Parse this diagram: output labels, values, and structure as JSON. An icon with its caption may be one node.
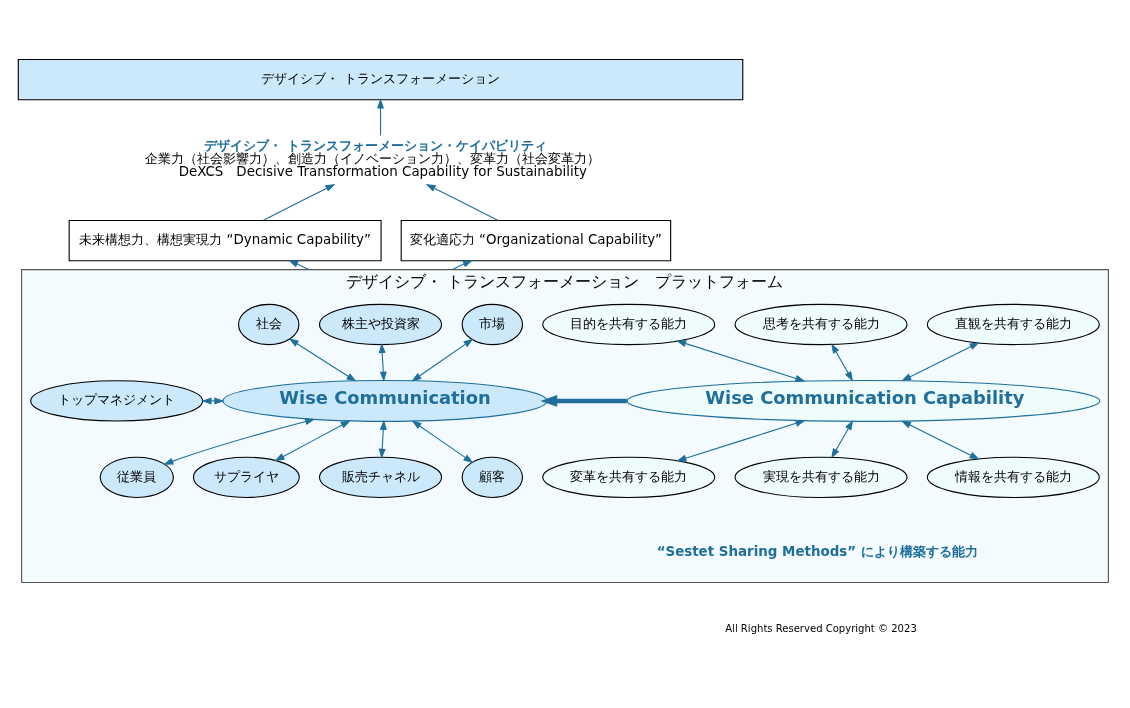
{
  "diagram": {
    "nodes": [
      {
        "text": [
          "デザイシブ・ トランスフォーメーション"
        ]
      },
      {
        "text": [
          "デザイシブ・ トランスフォーメーション・ケイパビリティ",
          "企業力（社会影響力）、創造力（イノベーション力）、変革力（社会変革力）",
          "DeXCS　Decisive Transformation Capability for Sustainability"
        ]
      },
      {
        "text": [
          "未来構想力、構想実現力 “Dynamic Capability”"
        ]
      },
      {
        "text": [
          "変化適応力 “Organizational Capability”"
        ]
      },
      {
        "text": [
          "デザイシブ・ トランスフォーメーション　プラットフォーム"
        ]
      },
      {
        "text": [
          "社会"
        ],
        "in": 4
      },
      {
        "text": [
          "株主や投資家"
        ],
        "in": 4
      },
      {
        "text": [
          "市場"
        ],
        "in": 4
      },
      {
        "text": [
          "目的を共有する能力"
        ],
        "in": 4
      },
      {
        "text": [
          "思考を共有する能力"
        ],
        "in": 4
      },
      {
        "text": [
          "直観を共有する能力"
        ],
        "in": 4
      },
      {
        "text": [
          "トップマネジメント"
        ],
        "in": 4
      },
      {
        "text": [
          "Wise Communication"
        ],
        "in": 4
      },
      {
        "text": [
          "Wise Communication Capability"
        ],
        "in": 4
      },
      {
        "text": [
          "従業員"
        ],
        "in": 4
      },
      {
        "text": [
          "サプライヤ"
        ],
        "in": 4
      },
      {
        "text": [
          "販売チャネル"
        ],
        "in": 4
      },
      {
        "text": [
          "顧客"
        ],
        "in": 4
      },
      {
        "text": [
          "変革を共有する能力"
        ],
        "in": 4
      },
      {
        "text": [
          "実現を共有する能力"
        ],
        "in": 4
      },
      {
        "text": [
          "情報を共有する能力"
        ],
        "in": 4
      }
    ],
    "edges": [
      {
        "from": 1,
        "to": 0,
        "arrow": "to"
      },
      {
        "from": 2,
        "to": 1,
        "arrow": "to"
      },
      {
        "from": 3,
        "to": 1,
        "arrow": "to"
      },
      {
        "from": 4,
        "to": 2,
        "arrow": "to"
      },
      {
        "from": 4,
        "to": 3,
        "arrow": "to"
      },
      {
        "from": 13,
        "to": 12,
        "arrow": "to",
        "style": "thick"
      },
      {
        "from": 12,
        "to": 5,
        "arrow": "both"
      },
      {
        "from": 12,
        "to": 6,
        "arrow": "both"
      },
      {
        "from": 12,
        "to": 7,
        "arrow": "both"
      },
      {
        "from": 12,
        "to": 11,
        "arrow": "both"
      },
      {
        "from": 12,
        "to": 14,
        "arrow": "both"
      },
      {
        "from": 12,
        "to": 15,
        "arrow": "both"
      },
      {
        "from": 12,
        "to": 16,
        "arrow": "both"
      },
      {
        "from": 12,
        "to": 17,
        "arrow": "both"
      },
      {
        "from": 13,
        "to": 8,
        "arrow": "both"
      },
      {
        "from": 13,
        "to": 9,
        "arrow": "both"
      },
      {
        "from": 13,
        "to": 10,
        "arrow": "both"
      },
      {
        "from": 13,
        "to": 18,
        "arrow": "both"
      },
      {
        "from": 13,
        "to": 19,
        "arrow": "both"
      },
      {
        "from": 13,
        "to": 20,
        "arrow": "both"
      }
    ],
    "labels": [
      "“Sestet Sharing Methods” により構築する能力",
      "All Rights Reserved Copyright © 2023"
    ]
  }
}
